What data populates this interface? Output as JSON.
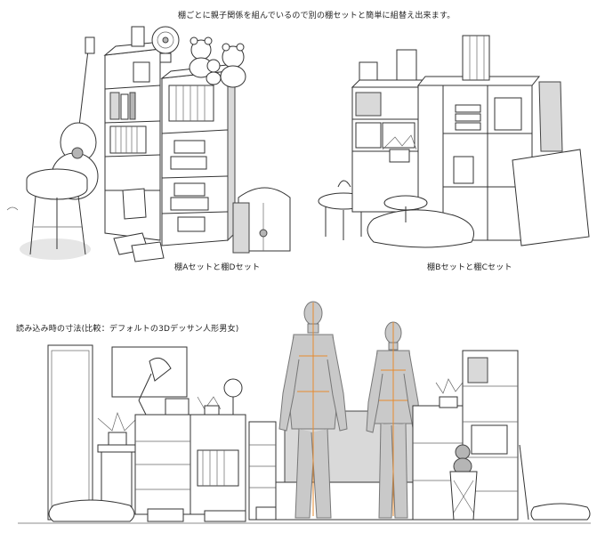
{
  "header_text": "棚ごとに親子関係を組んでいるので別の棚セットと簡単に組替え出来ます。",
  "caption_left": "棚Aセットと棚Dセット",
  "caption_right": "棚Bセットと棚Cセット",
  "section2_title": "読み込み時の寸法(比較：デフォルトの3Dデッサン人形男女)"
}
